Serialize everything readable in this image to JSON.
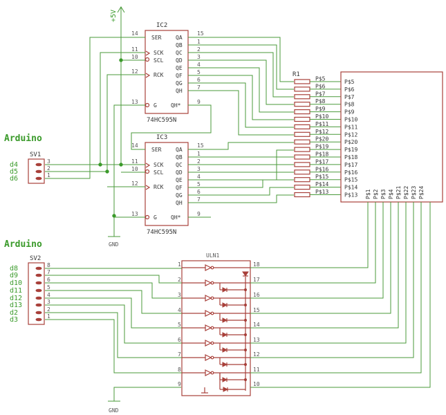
{
  "supply": "+5V",
  "ground": "GND",
  "arduino_top": "Arduino",
  "arduino_bottom": "Arduino",
  "sv1": {
    "name": "SV1",
    "signals": [
      "d4",
      "d5",
      "d6"
    ],
    "pins": [
      "3",
      "2",
      "1"
    ]
  },
  "sv2": {
    "name": "SV2",
    "signals": [
      "d8",
      "d9",
      "d10",
      "d11",
      "d12",
      "d13",
      "d2",
      "d3"
    ],
    "pins": [
      "8",
      "7",
      "6",
      "5",
      "4",
      "3",
      "2",
      "1"
    ]
  },
  "ic2": {
    "ref": "IC2",
    "part": "74HC595N"
  },
  "ic3": {
    "ref": "IC3",
    "part": "74HC595N"
  },
  "shift_left_pins": [
    {
      "num": "14",
      "name": "SER"
    },
    {
      "num": "11",
      "name": "SCK"
    },
    {
      "num": "10",
      "name": "SCL"
    },
    {
      "num": "12",
      "name": "RCK"
    },
    {
      "num": "13",
      "name": "G"
    }
  ],
  "shift_right_pins": [
    {
      "num": "15",
      "name": "QA"
    },
    {
      "num": "1",
      "name": "QB"
    },
    {
      "num": "2",
      "name": "QC"
    },
    {
      "num": "3",
      "name": "QD"
    },
    {
      "num": "4",
      "name": "QE"
    },
    {
      "num": "5",
      "name": "QF"
    },
    {
      "num": "6",
      "name": "QG"
    },
    {
      "num": "7",
      "name": "QH"
    },
    {
      "num": "9",
      "name": "QH*"
    }
  ],
  "r1": {
    "ref": "R1",
    "labels": [
      "P$5",
      "P$6",
      "P$7",
      "P$8",
      "P$9",
      "P$10",
      "P$11",
      "P$12",
      "P$20",
      "P$19",
      "P$18",
      "P$17",
      "P$16",
      "P$15",
      "P$14",
      "P$13"
    ]
  },
  "connector": {
    "left_labels": [
      "P$5",
      "P$6",
      "P$7",
      "P$8",
      "P$9",
      "P$10",
      "P$11",
      "P$12",
      "P$20",
      "P$19",
      "P$18",
      "P$17",
      "P$16",
      "P$15",
      "P$14",
      "P$13"
    ],
    "bottom_labels": [
      "P$1",
      "P$2",
      "P$3",
      "P$4",
      "P$21",
      "P$22",
      "P$23",
      "P$24"
    ]
  },
  "uln": {
    "ref": "ULN1",
    "left_pins": [
      "1",
      "2",
      "3",
      "4",
      "5",
      "6",
      "7",
      "8",
      "9"
    ],
    "right_pins": [
      "18",
      "17",
      "16",
      "15",
      "14",
      "13",
      "12",
      "11",
      "10"
    ]
  }
}
